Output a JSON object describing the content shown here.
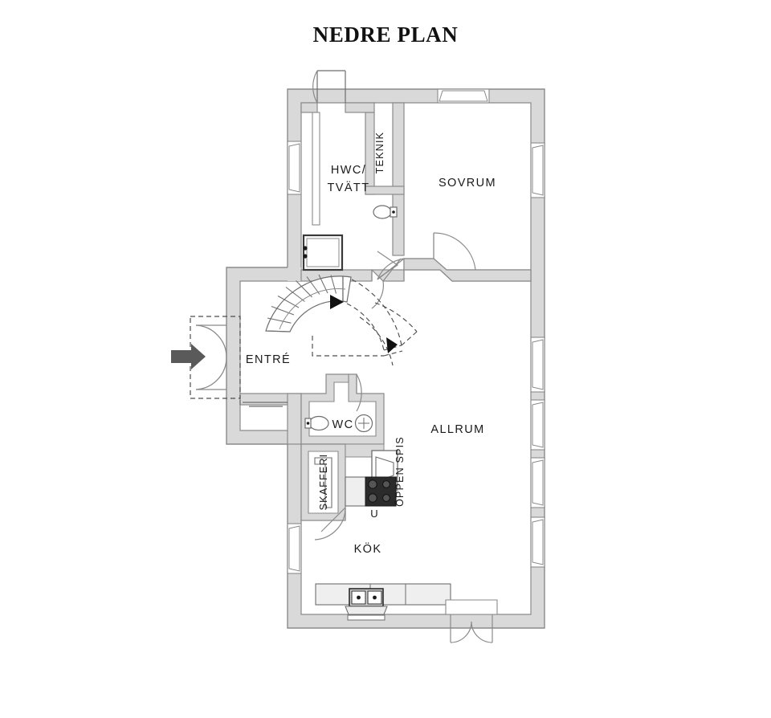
{
  "page": {
    "title": "NEDRE PLAN",
    "background_color": "#ffffff"
  },
  "style": {
    "wall_fill": "#d9d9d9",
    "wall_stroke": "#8a8a8a",
    "interior_fill": "#ffffff",
    "line_color": "#6e6e6e",
    "text_color": "#1a1a1a",
    "arrow_color": "#5a5a5a",
    "stair_arrow_color": "#111111",
    "fixture_dark": "#3a3a3a",
    "dashed_color": "#4d4d4d"
  },
  "rooms": [
    {
      "id": "hwc-tvatt",
      "label_line1": "HWC/",
      "label_line2": "TVÄTT",
      "orientation": "horizontal"
    },
    {
      "id": "teknik",
      "label": "TEKNIK",
      "orientation": "vertical"
    },
    {
      "id": "sovrum",
      "label": "SOVRUM",
      "orientation": "horizontal"
    },
    {
      "id": "entre",
      "label": "ENTRÉ",
      "orientation": "horizontal"
    },
    {
      "id": "wc",
      "label": "WC",
      "orientation": "horizontal"
    },
    {
      "id": "allrum",
      "label": "ALLRUM",
      "orientation": "horizontal"
    },
    {
      "id": "skafferi",
      "label": "SKAFFERI",
      "orientation": "vertical"
    },
    {
      "id": "oppen-spis",
      "label": "ÖPPEN SPIS",
      "orientation": "vertical"
    },
    {
      "id": "kok",
      "label": "KÖK",
      "orientation": "horizontal"
    }
  ],
  "annotations": [
    {
      "id": "stove-marker",
      "label": "U"
    }
  ],
  "fixtures": [
    {
      "id": "shower-hwc",
      "name": "shower-enclosure"
    },
    {
      "id": "toilet-hwc",
      "name": "toilet"
    },
    {
      "id": "toilet-wc",
      "name": "toilet"
    },
    {
      "id": "sink-wc",
      "name": "round-sink"
    },
    {
      "id": "fireplace",
      "name": "open-fireplace"
    },
    {
      "id": "stove",
      "name": "cooktop-four-burner"
    },
    {
      "id": "kitchen-sink",
      "name": "double-basin-sink"
    },
    {
      "id": "staircase",
      "name": "curved-staircase"
    }
  ],
  "openings": {
    "windows": [
      {
        "id": "win-top-sovrum",
        "wall": "top"
      },
      {
        "id": "win-left-hwc",
        "wall": "left"
      },
      {
        "id": "win-right-sovrum",
        "wall": "right"
      },
      {
        "id": "win-right-allrum-1",
        "wall": "right"
      },
      {
        "id": "win-right-allrum-2",
        "wall": "right"
      },
      {
        "id": "win-right-allrum-3",
        "wall": "right"
      },
      {
        "id": "win-right-kok",
        "wall": "right"
      },
      {
        "id": "win-left-kok",
        "wall": "left"
      }
    ],
    "doors": [
      {
        "id": "door-entrance",
        "type": "double-swing",
        "has_entry_arrow": true
      },
      {
        "id": "door-top-hwc",
        "type": "single-swing"
      },
      {
        "id": "door-sovrum-a",
        "type": "single-swing"
      },
      {
        "id": "door-sovrum-b",
        "type": "single-swing"
      },
      {
        "id": "door-wc",
        "type": "single-swing"
      },
      {
        "id": "door-skafferi",
        "type": "single-swing"
      },
      {
        "id": "door-hwc-hall",
        "type": "single-swing"
      },
      {
        "id": "door-terrace",
        "type": "double-swing"
      }
    ]
  }
}
